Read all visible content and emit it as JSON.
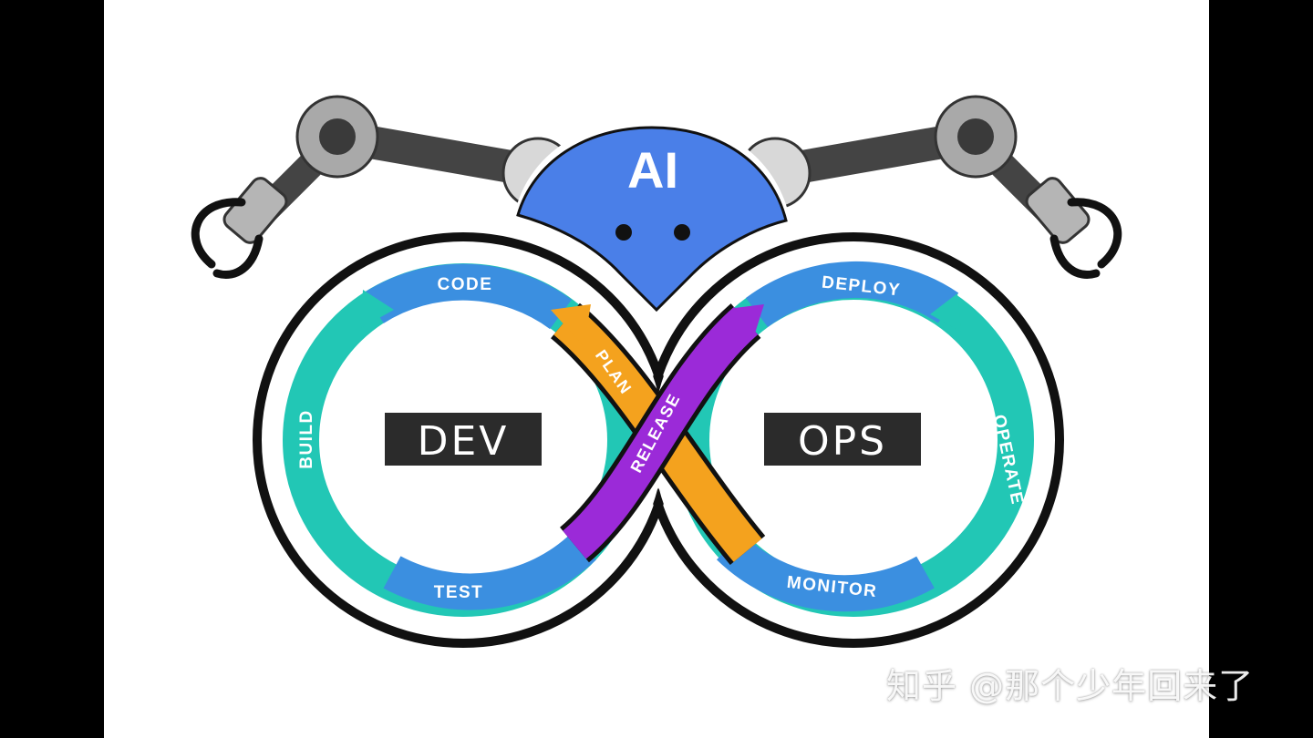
{
  "hub": {
    "label": "AI"
  },
  "loops": {
    "left_title": "DEV",
    "right_title": "OPS"
  },
  "stages": {
    "code": "CODE",
    "build": "BUILD",
    "test": "TEST",
    "plan": "PLAN",
    "release": "RELEASE",
    "deploy": "DEPLOY",
    "operate": "OPERATE",
    "monitor": "MONITOR"
  },
  "colors": {
    "blue": "#3b8fe0",
    "teal": "#22c7b5",
    "orange": "#f4a21e",
    "purple": "#9b2ad8",
    "hub_blue": "#4a7fe8",
    "arm_dark": "#4a4a4a",
    "joint_grey": "#9e9e9e"
  },
  "watermark": "知乎 @那个少年回来了"
}
